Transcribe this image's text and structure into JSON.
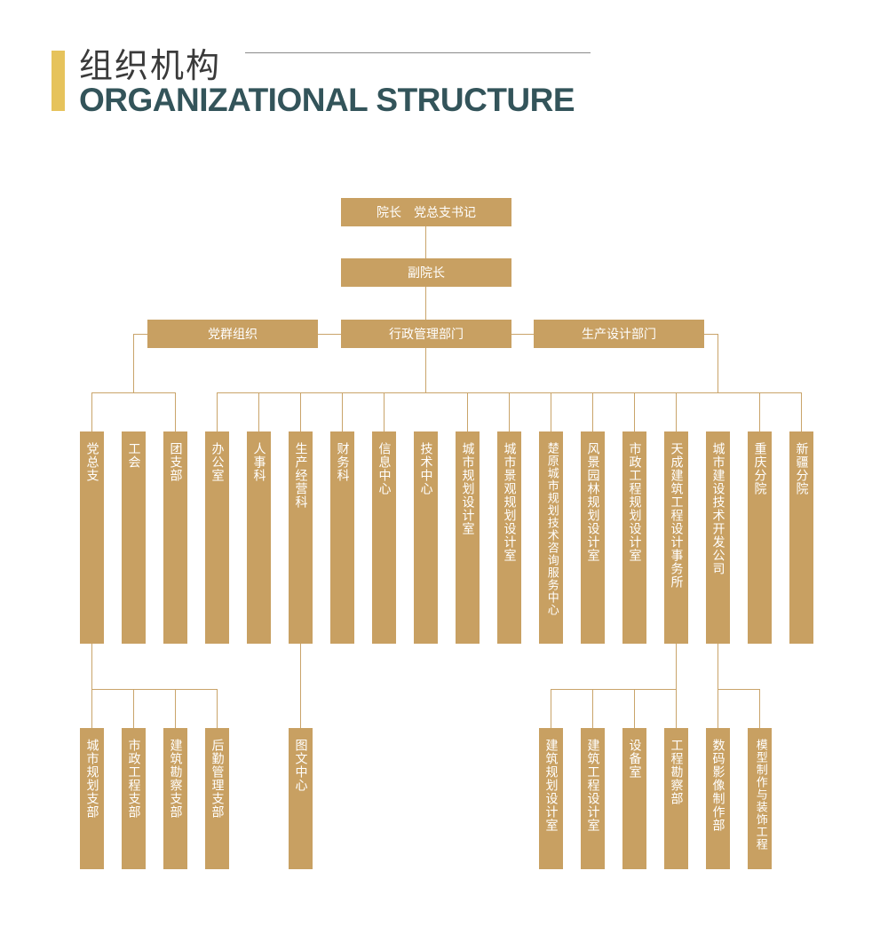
{
  "header": {
    "title_cn": "组织机构",
    "title_en": "ORGANIZATIONAL STRUCTURE"
  },
  "chart": {
    "president": "院长　党总支书记",
    "vice_president": "副院长",
    "party_groups": "党群组织",
    "admin_dept": "行政管理部门",
    "production_dept": "生产设计部门",
    "party_units": [
      "党总支",
      "工会",
      "团支部"
    ],
    "admin_units": [
      "办公室",
      "人事科",
      "生产经营科",
      "财务科",
      "信息中心",
      "技术中心"
    ],
    "production_units": [
      "城市规划设计室",
      "城市景观规划设计室",
      "楚原城市规划技术咨询服务中心",
      "风景园林规划设计室",
      "市政工程规划设计室",
      "天成建筑工程设计事务所",
      "城市建设技术开发公司",
      "重庆分院",
      "新疆分院"
    ],
    "party_branches": [
      "城市规划支部",
      "市政工程支部",
      "建筑勘察支部",
      "后勤管理支部"
    ],
    "marketing_sub": [
      "图文中心"
    ],
    "tiancheng_sub": [
      "建筑规划设计室",
      "建筑工程设计室",
      "设备室",
      "工程勘察部"
    ],
    "devco_sub": [
      "数码影像制作部",
      "模型制作与装饰工程"
    ]
  }
}
